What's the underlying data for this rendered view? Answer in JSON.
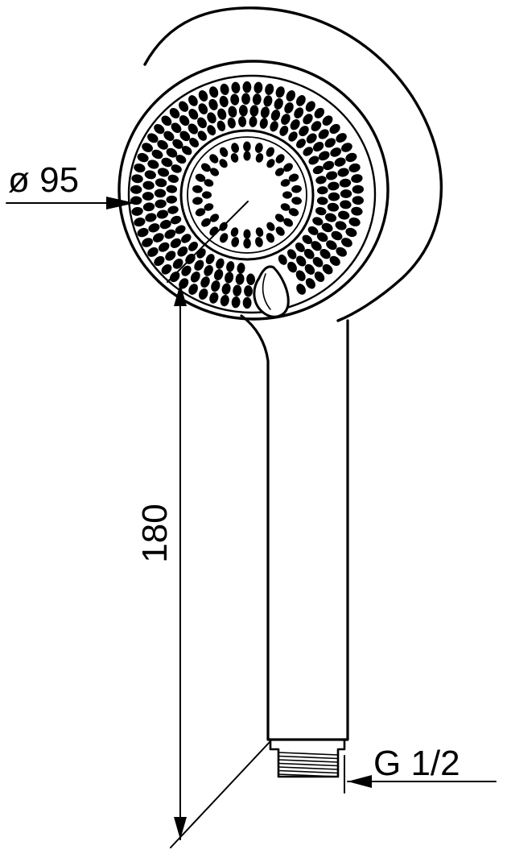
{
  "drawing": {
    "dimensions": {
      "diameter": "ø 95",
      "length": "180",
      "thread": "G 1/2"
    }
  }
}
